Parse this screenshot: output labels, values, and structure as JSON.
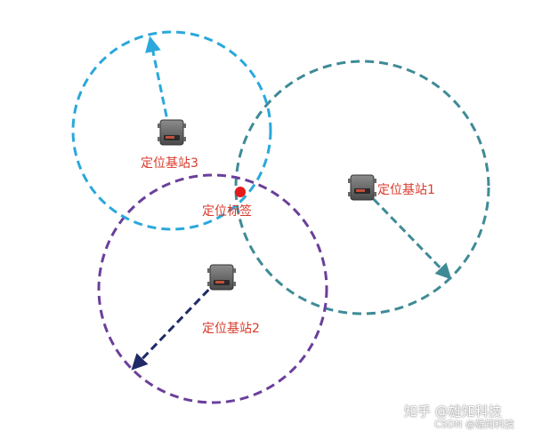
{
  "labels": {
    "station1": "定位基站1",
    "station2": "定位基站2",
    "station3": "定位基站3",
    "tag": "定位标签"
  },
  "colors": {
    "station1_circle": "#3e8b96",
    "station2_circle": "#6a3f9a",
    "station3_circle": "#2aa8dc",
    "station2_arrow": "#1f2a66",
    "label_text": "#d93a2b",
    "tag_dot": "#e31b1b"
  },
  "watermark": {
    "zhihu": "知乎 @雄知科技",
    "csdn": "CSDN @雄知科技"
  }
}
